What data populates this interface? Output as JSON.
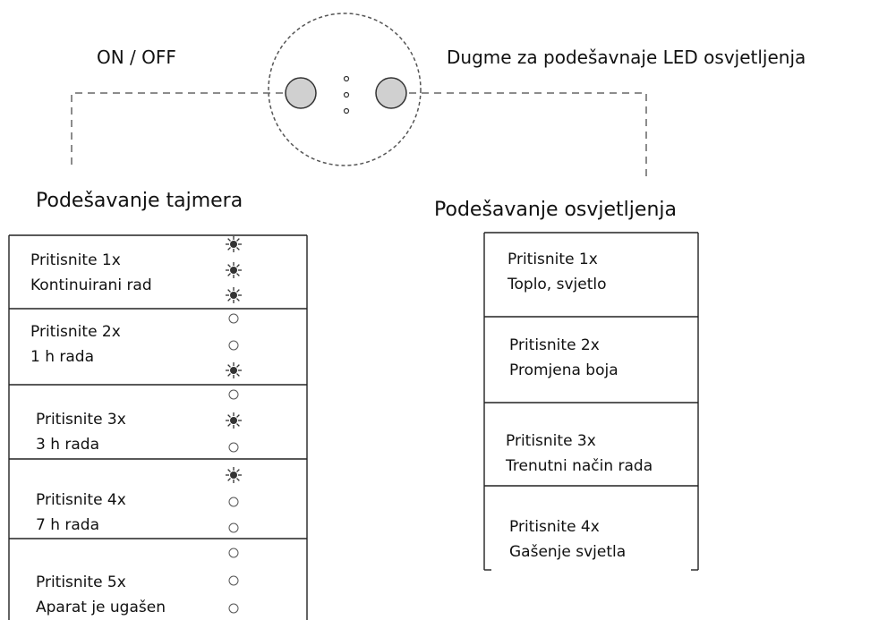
{
  "top_labels": {
    "power": "ON / OFF",
    "light_button": "Dugme za podešavnaje LED osvjetljenja"
  },
  "timer": {
    "title": "Podešavanje tajmera",
    "rows": [
      {
        "line1": "Pritisnite 1x",
        "line2": "Kontinuirani rad",
        "leds": [
          "on",
          "on",
          "on"
        ]
      },
      {
        "line1": "Pritisnite 2x",
        "line2": "1 h rada",
        "leds": [
          "off",
          "off",
          "on"
        ]
      },
      {
        "line1": "Pritisnite 3x",
        "line2": "3 h rada",
        "leds": [
          "off",
          "on",
          "off"
        ]
      },
      {
        "line1": "Pritisnite 4x",
        "line2": "7 h rada",
        "leds": [
          "on",
          "off",
          "off"
        ]
      },
      {
        "line1": "Pritisnite 5x",
        "line2": "Aparat je ugašen",
        "leds": [
          "off",
          "off",
          "off"
        ]
      }
    ]
  },
  "light": {
    "title": "Podešavanje osvjetljenja",
    "rows": [
      {
        "line1": "Pritisnite 1x",
        "line2": "Toplo, svjetlo"
      },
      {
        "line1": "Pritisnite 2x",
        "line2": "Promjena boja"
      },
      {
        "line1": "Pritisnite 3x",
        "line2": "Trenutni način rada"
      },
      {
        "line1": "Pritisnite 4x",
        "line2": "Gašenje svjetla"
      }
    ]
  },
  "colors": {
    "line": "#555555",
    "button_fill": "#d0d0d0",
    "led_on": "#333333"
  }
}
